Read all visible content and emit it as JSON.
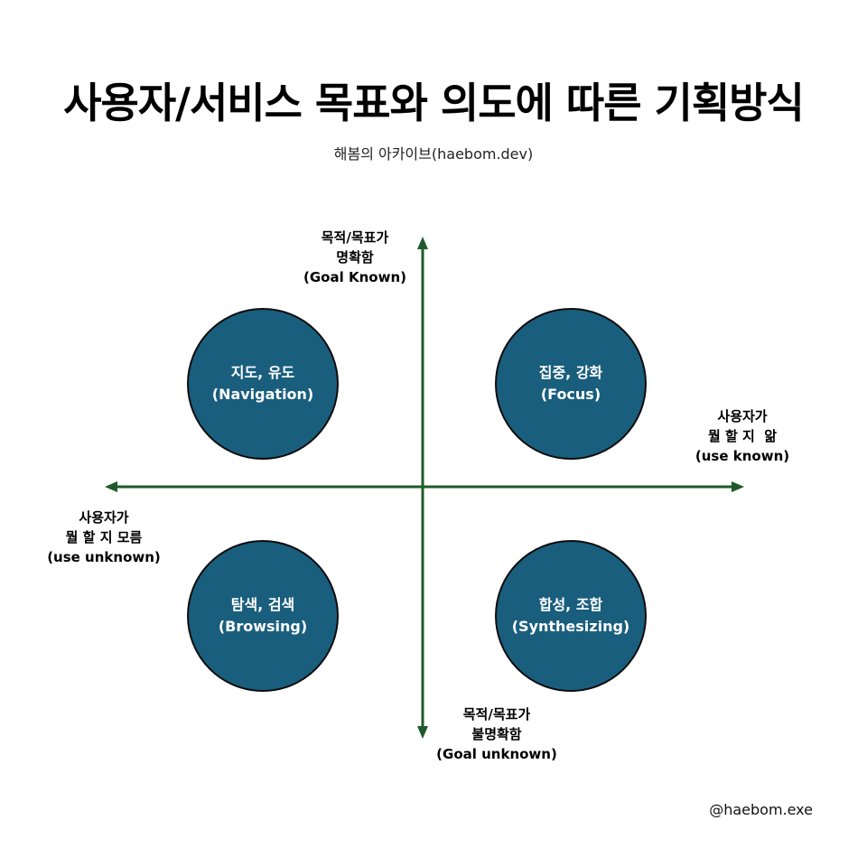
{
  "title": "사용자/서비스 목표와 의도에 따른 기획방식",
  "subtitle": "해봄의 아카이브(haebom.dev)",
  "axes": {
    "top": [
      "목적/목표가",
      "명확함",
      "(Goal Known)"
    ],
    "bottom": [
      "목적/목표가",
      "불명확함",
      "(Goal unknown)"
    ],
    "right": [
      "사용자가",
      "뭘 할 지  앎",
      "(use known)"
    ],
    "left": [
      "사용자가",
      "뭘 할 지 모름",
      "(use unknown)"
    ]
  },
  "quadrants": {
    "top_left": {
      "label": "지도, 유도",
      "sub": "(Navigation)"
    },
    "top_right": {
      "label": "집중, 강화",
      "sub": "(Focus)"
    },
    "bottom_left": {
      "label": "탐색, 검색",
      "sub": "(Browsing)"
    },
    "bottom_right": {
      "label": "합성, 조합",
      "sub": "(Synthesizing)"
    }
  },
  "colors": {
    "axis": "#1f5a2a",
    "circle_fill": "#1a5e7e",
    "circle_text": "#ffffff"
  },
  "footer": "@haebom.exe"
}
